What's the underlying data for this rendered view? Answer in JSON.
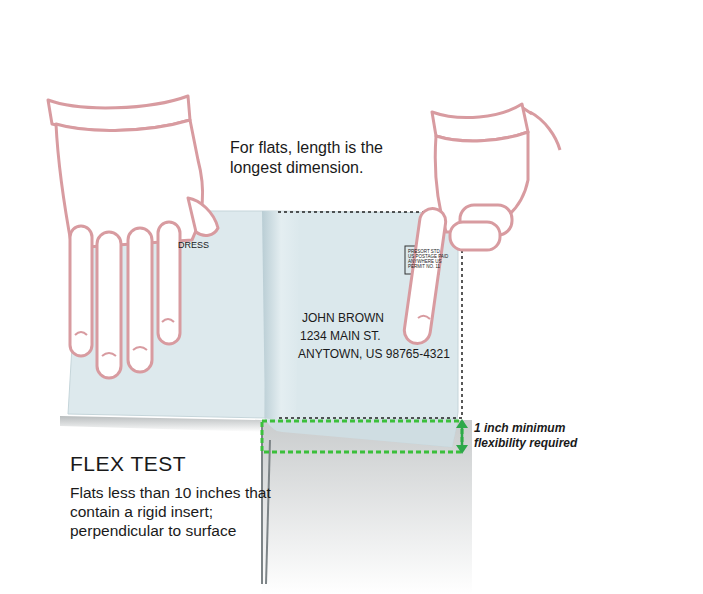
{
  "diagram": {
    "title": "FLEX TEST",
    "labels": [
      "For flats, length is the longest dimension.",
      "DRESS",
      "PRESORT STD",
      "US POSTAGE PAID",
      "ANYWHERE US",
      "PERMIT NO. 11",
      "JOHN BROWN",
      "1234 MAIN ST.",
      "ANYTOWN, US 98765-4321",
      "1 inch minimum flexibility required",
      "Flats less than 10 inches that contain a rigid insert; perpendicular to surface"
    ]
  }
}
